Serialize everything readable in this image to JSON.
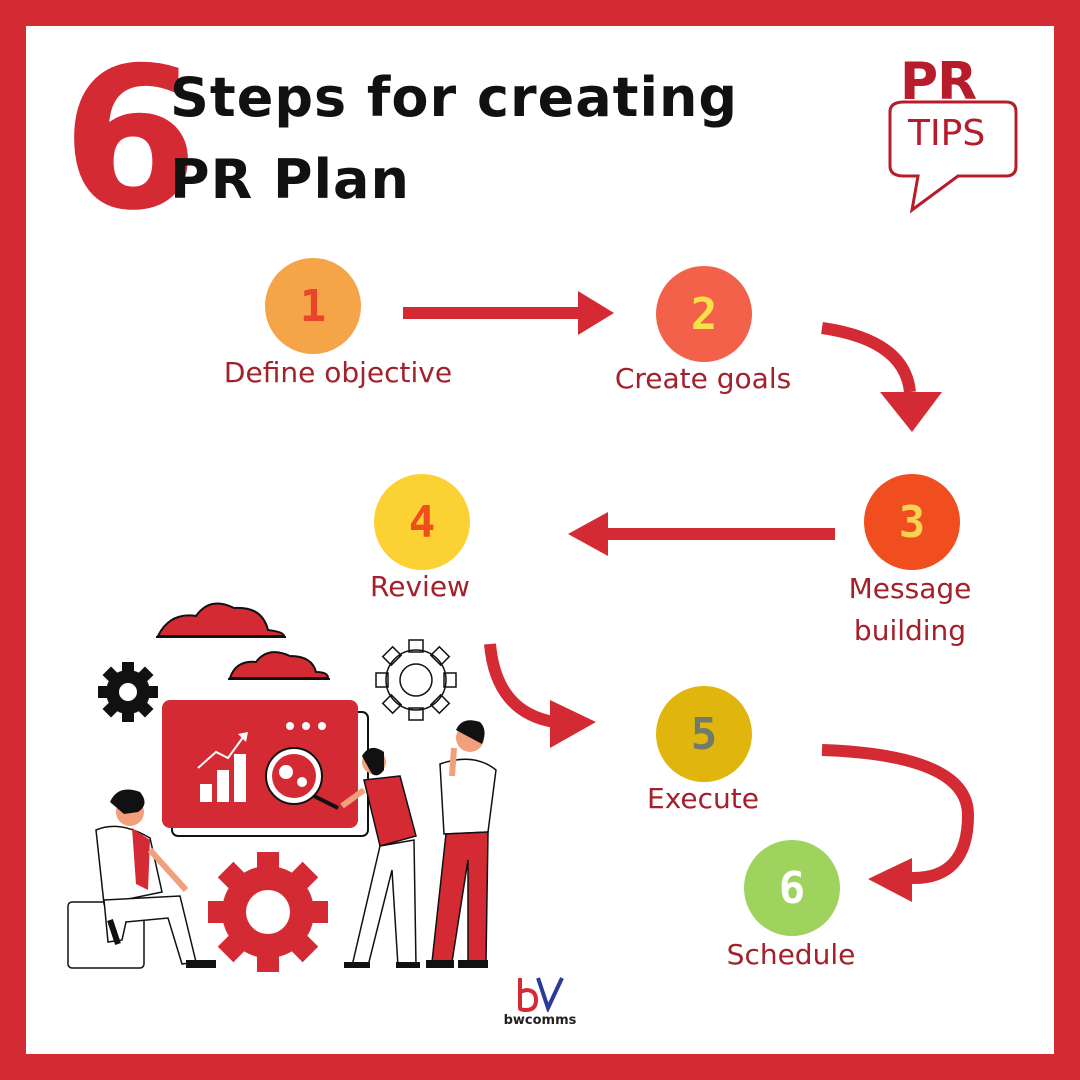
{
  "header": {
    "number": "6",
    "title_line1": "Steps for creating",
    "title_line2": "PR Plan"
  },
  "badge": {
    "top": "PR",
    "bottom": "TIPS",
    "icon": "speech-bubble-icon"
  },
  "steps": [
    {
      "number": "1",
      "label": "Define objective",
      "color": "#f5a447",
      "numColor": "#e8452c"
    },
    {
      "number": "2",
      "label": "Create goals",
      "color": "#f4614a",
      "numColor": "#f7e04a"
    },
    {
      "number": "3",
      "label": "Message building",
      "color": "#f04e1f",
      "numColor": "#f5d352"
    },
    {
      "number": "4",
      "label": "Review",
      "color": "#fbd134",
      "numColor": "#f04e1f"
    },
    {
      "number": "5",
      "label": "Execute",
      "color": "#e0b60e",
      "numColor": "#6f7c6a"
    },
    {
      "number": "6",
      "label": "Schedule",
      "color": "#9ed35e",
      "numColor": "#ffffff"
    }
  ],
  "brand": {
    "mark": "bv",
    "name": "bwcomms"
  },
  "colors": {
    "accent": "#d42a33",
    "label": "#a3212b"
  }
}
